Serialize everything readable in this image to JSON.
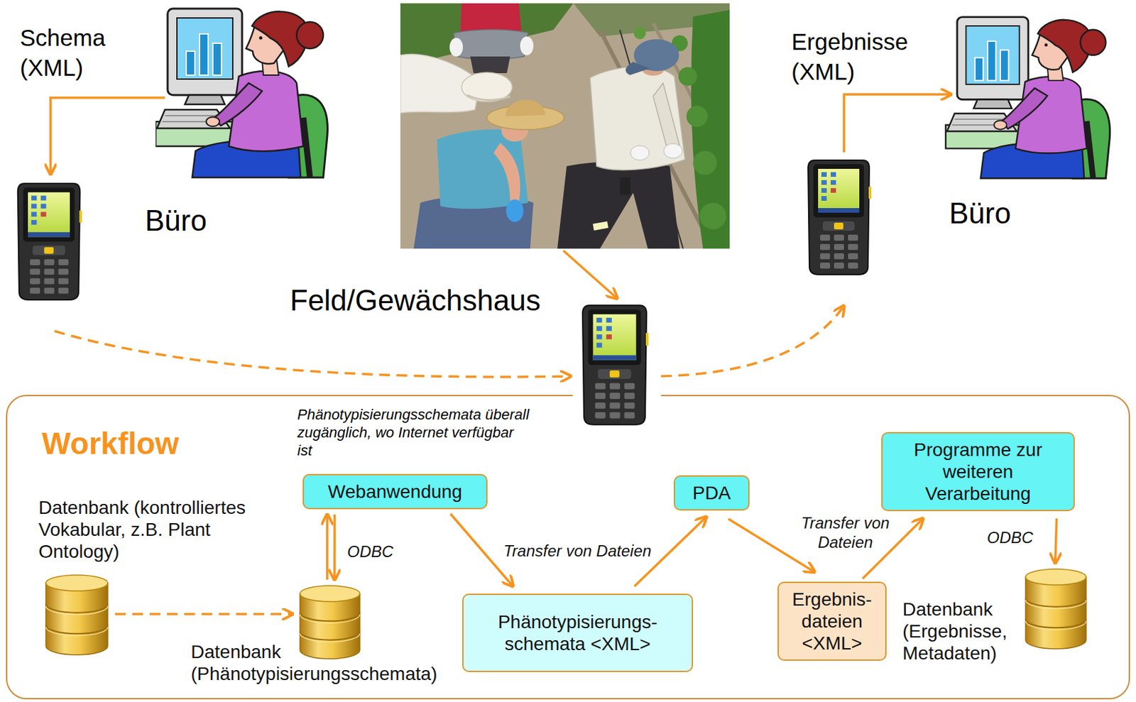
{
  "diagram": {
    "nodes": [
      {
        "text": [
          "Workflow"
        ]
      },
      {
        "text": [
          "Datenbank (kontrolliertes Vokabular, z.B. Plant Ontology)"
        ],
        "in": 0
      },
      {
        "text": [
          "Webanwendung"
        ],
        "in": 0
      },
      {
        "text": [
          "Datenbank (Phänotypisierungsschemata)"
        ],
        "in": 0
      },
      {
        "text": [
          "Phänotypisierungs- schemata <XML>"
        ],
        "in": 0
      },
      {
        "text": [
          "PDA"
        ],
        "in": 0
      },
      {
        "text": [
          "Ergebnis- dateien <XML>"
        ],
        "in": 0
      },
      {
        "text": [
          "Programme zur weiteren Verarbeitung"
        ],
        "in": 0
      },
      {
        "text": [
          "Datenbank (Ergebnisse, Metadaten)"
        ],
        "in": 0
      }
    ],
    "edges": [
      {
        "from": 1,
        "to": 3,
        "arrow": "to"
      },
      {
        "from": 2,
        "to": 3,
        "arrow": "to",
        "label": "ODBC"
      },
      {
        "from": 3,
        "to": 2,
        "arrow": "to"
      },
      {
        "from": 2,
        "to": 4,
        "arrow": "to",
        "label": "Transfer von Dateien"
      },
      {
        "from": 4,
        "to": 5,
        "arrow": "to"
      },
      {
        "from": 5,
        "to": 6,
        "arrow": "to",
        "label": "Transfer von Dateien"
      },
      {
        "from": 6,
        "to": 7,
        "arrow": "to"
      },
      {
        "from": 7,
        "to": 8,
        "arrow": "to",
        "label": "ODBC"
      }
    ],
    "labels": [
      "Schema (XML)",
      "Büro",
      "Feld/Gewächshaus",
      "Ergebnisse (XML)",
      "Büro",
      "Phänotypisierungsschemata überall zugänglich, wo Internet verfügbar ist"
    ]
  }
}
